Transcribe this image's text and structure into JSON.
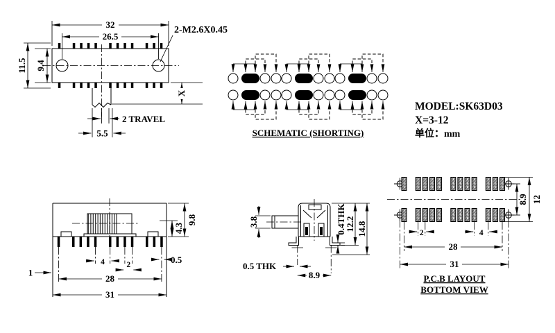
{
  "top_view": {
    "dim_width_outer": "32",
    "dim_hole_spacing": "26.5",
    "dim_height_outer": "11.5",
    "dim_height_body": "9.4",
    "thread_note": "2-M2.6X0.45",
    "dim_stem_height": "X",
    "travel_note": "2 TRAVEL",
    "dim_stem_width": "5.5"
  },
  "schematic": {
    "title": "SCHEMATIC (SHORTING)"
  },
  "info": {
    "model": "MODEL:SK63D03",
    "x_range": "X=3-12",
    "unit": "单位：mm"
  },
  "front_view": {
    "dim_total_height": "9.8",
    "dim_pin_height": "4.3",
    "dim_edge_gap": "1",
    "dim_group_gap": "4",
    "dim_pin_pitch": "2",
    "dim_pin_width": "0.5",
    "dim_pin_span": "28",
    "dim_total_width": "31"
  },
  "side_view": {
    "dim_stem_thickness": "3.8",
    "dim_bracket_thk": "0.4THK",
    "dim_body_height": "12.2",
    "dim_total_height": "14.8",
    "dim_leg_thk": "0.5 THK",
    "dim_leg_span": "8.9"
  },
  "pcb_view": {
    "dim_row_spacing": "8.9",
    "dim_outer_height": "12",
    "dim_pad_pitch": "2",
    "dim_group_gap": "4",
    "dim_pad_span": "28",
    "dim_hole_span": "31",
    "title": "P.C.B LAYOUT",
    "subtitle": "BOTTOM VIEW"
  }
}
